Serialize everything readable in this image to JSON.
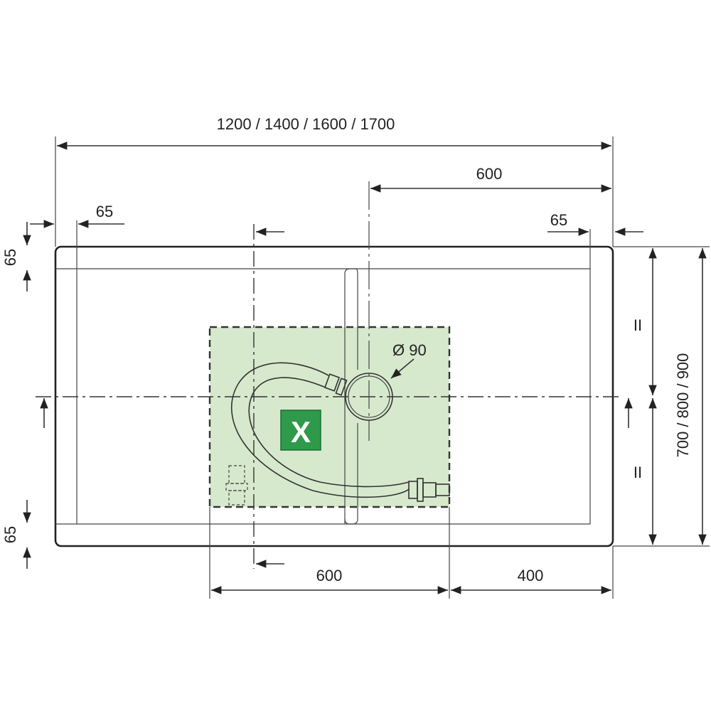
{
  "drawing": {
    "overall_width_label": "1200 / 1400 / 1600 / 1700",
    "drain_offset_right_label": "600",
    "rim_left_label": "65",
    "rim_right_label": "65",
    "rim_top_label": "65",
    "rim_bottom_label": "65",
    "overall_depth_label": "700 / 800 / 900",
    "equal_half_upper_label": "II",
    "equal_half_lower_label": "II",
    "drain_diameter_label": "Ø 90",
    "service_area_width_label": "600",
    "service_area_offset_label": "400",
    "service_area_marker": "X"
  },
  "colors": {
    "service_area_fill": "#d6e9cd",
    "marker_fill": "#2e9a4a"
  }
}
